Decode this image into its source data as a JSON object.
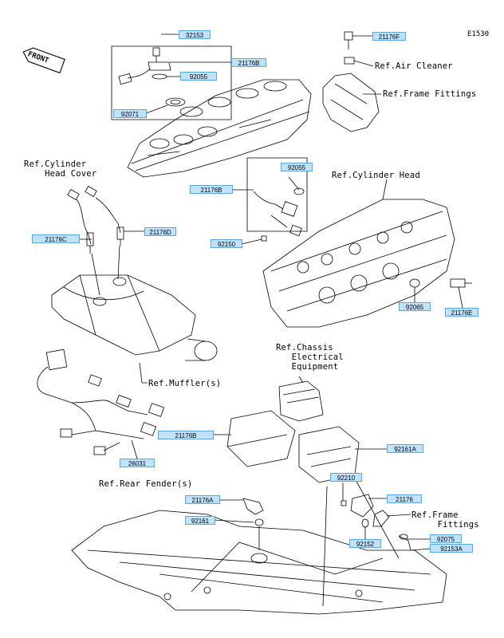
{
  "diagram_code": "E1530",
  "front_badge": "FRONT",
  "part_numbers": {
    "p32153": "32153",
    "p21176F": "21176F",
    "p21176B_top": "21176B",
    "p92055_top": "92055",
    "p92071": "92071",
    "p92055_mid": "92055",
    "p21176B_mid": "21176B",
    "p92150": "92150",
    "p21176C": "21176C",
    "p21176D": "21176D",
    "p92065": "92065",
    "p21176E": "21176E",
    "p21176B_low": "21176B",
    "p26031": "26031",
    "p92161A": "92161A",
    "p92210": "92210",
    "p21176A": "21176A",
    "p92161": "92161",
    "p21176": "21176",
    "p92152": "92152",
    "p92075": "92075",
    "p92153A": "92153A"
  },
  "references": {
    "air_cleaner": "Ref.Air Cleaner",
    "frame_fittings_top": "Ref.Frame Fittings",
    "cylinder_head_cover": "Ref.Cylinder\n    Head Cover",
    "cylinder_head": "Ref.Cylinder Head",
    "chassis_electrical": "Ref.Chassis\n   Electrical\n   Equipment",
    "muffler": "Ref.Muffler(s)",
    "rear_fender": "Ref.Rear Fender(s)",
    "frame_fittings_bottom": "Ref.Frame\n     Fittings"
  },
  "colors": {
    "label_fill": "#bfe3ff",
    "label_border": "#5aa7e0",
    "line": "#000000"
  }
}
